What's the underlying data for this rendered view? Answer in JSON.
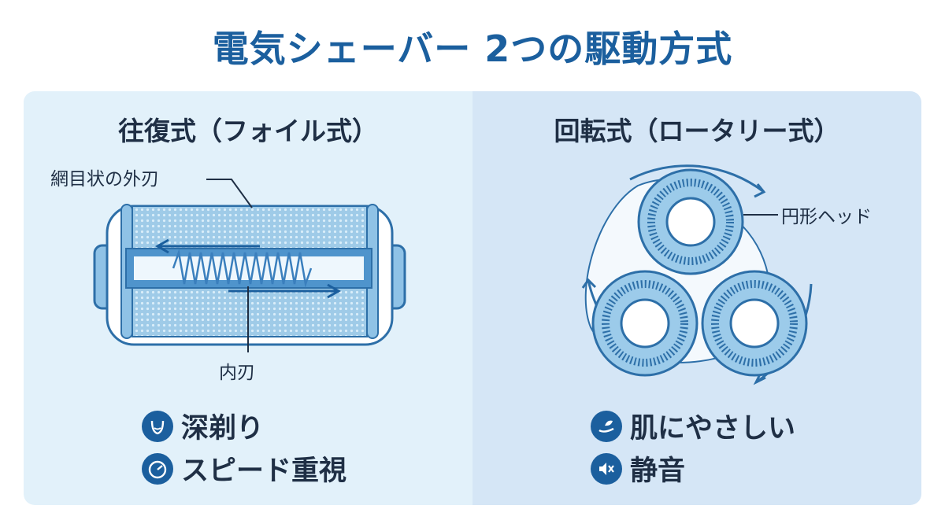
{
  "title": "電気シェーバー 2つの駆動方式",
  "left": {
    "heading": "往復式（フォイル式）",
    "label_outer": "網目状の外刃",
    "label_inner": "内刃",
    "features": [
      {
        "icon": "face-icon",
        "text": "深剃り"
      },
      {
        "icon": "speedometer-icon",
        "text": "スピード重視"
      }
    ]
  },
  "right": {
    "heading": "回転式（ロータリー式）",
    "label_head": "円形ヘッド",
    "features": [
      {
        "icon": "hand-leaf-icon",
        "text": "肌にやさしい"
      },
      {
        "icon": "mute-icon",
        "text": "静音"
      }
    ]
  },
  "colors": {
    "accent": "#1b5f9e",
    "left_panel": "#e2f1fa",
    "right_panel": "#d5e6f6",
    "head_fill": "#9ccbea"
  }
}
